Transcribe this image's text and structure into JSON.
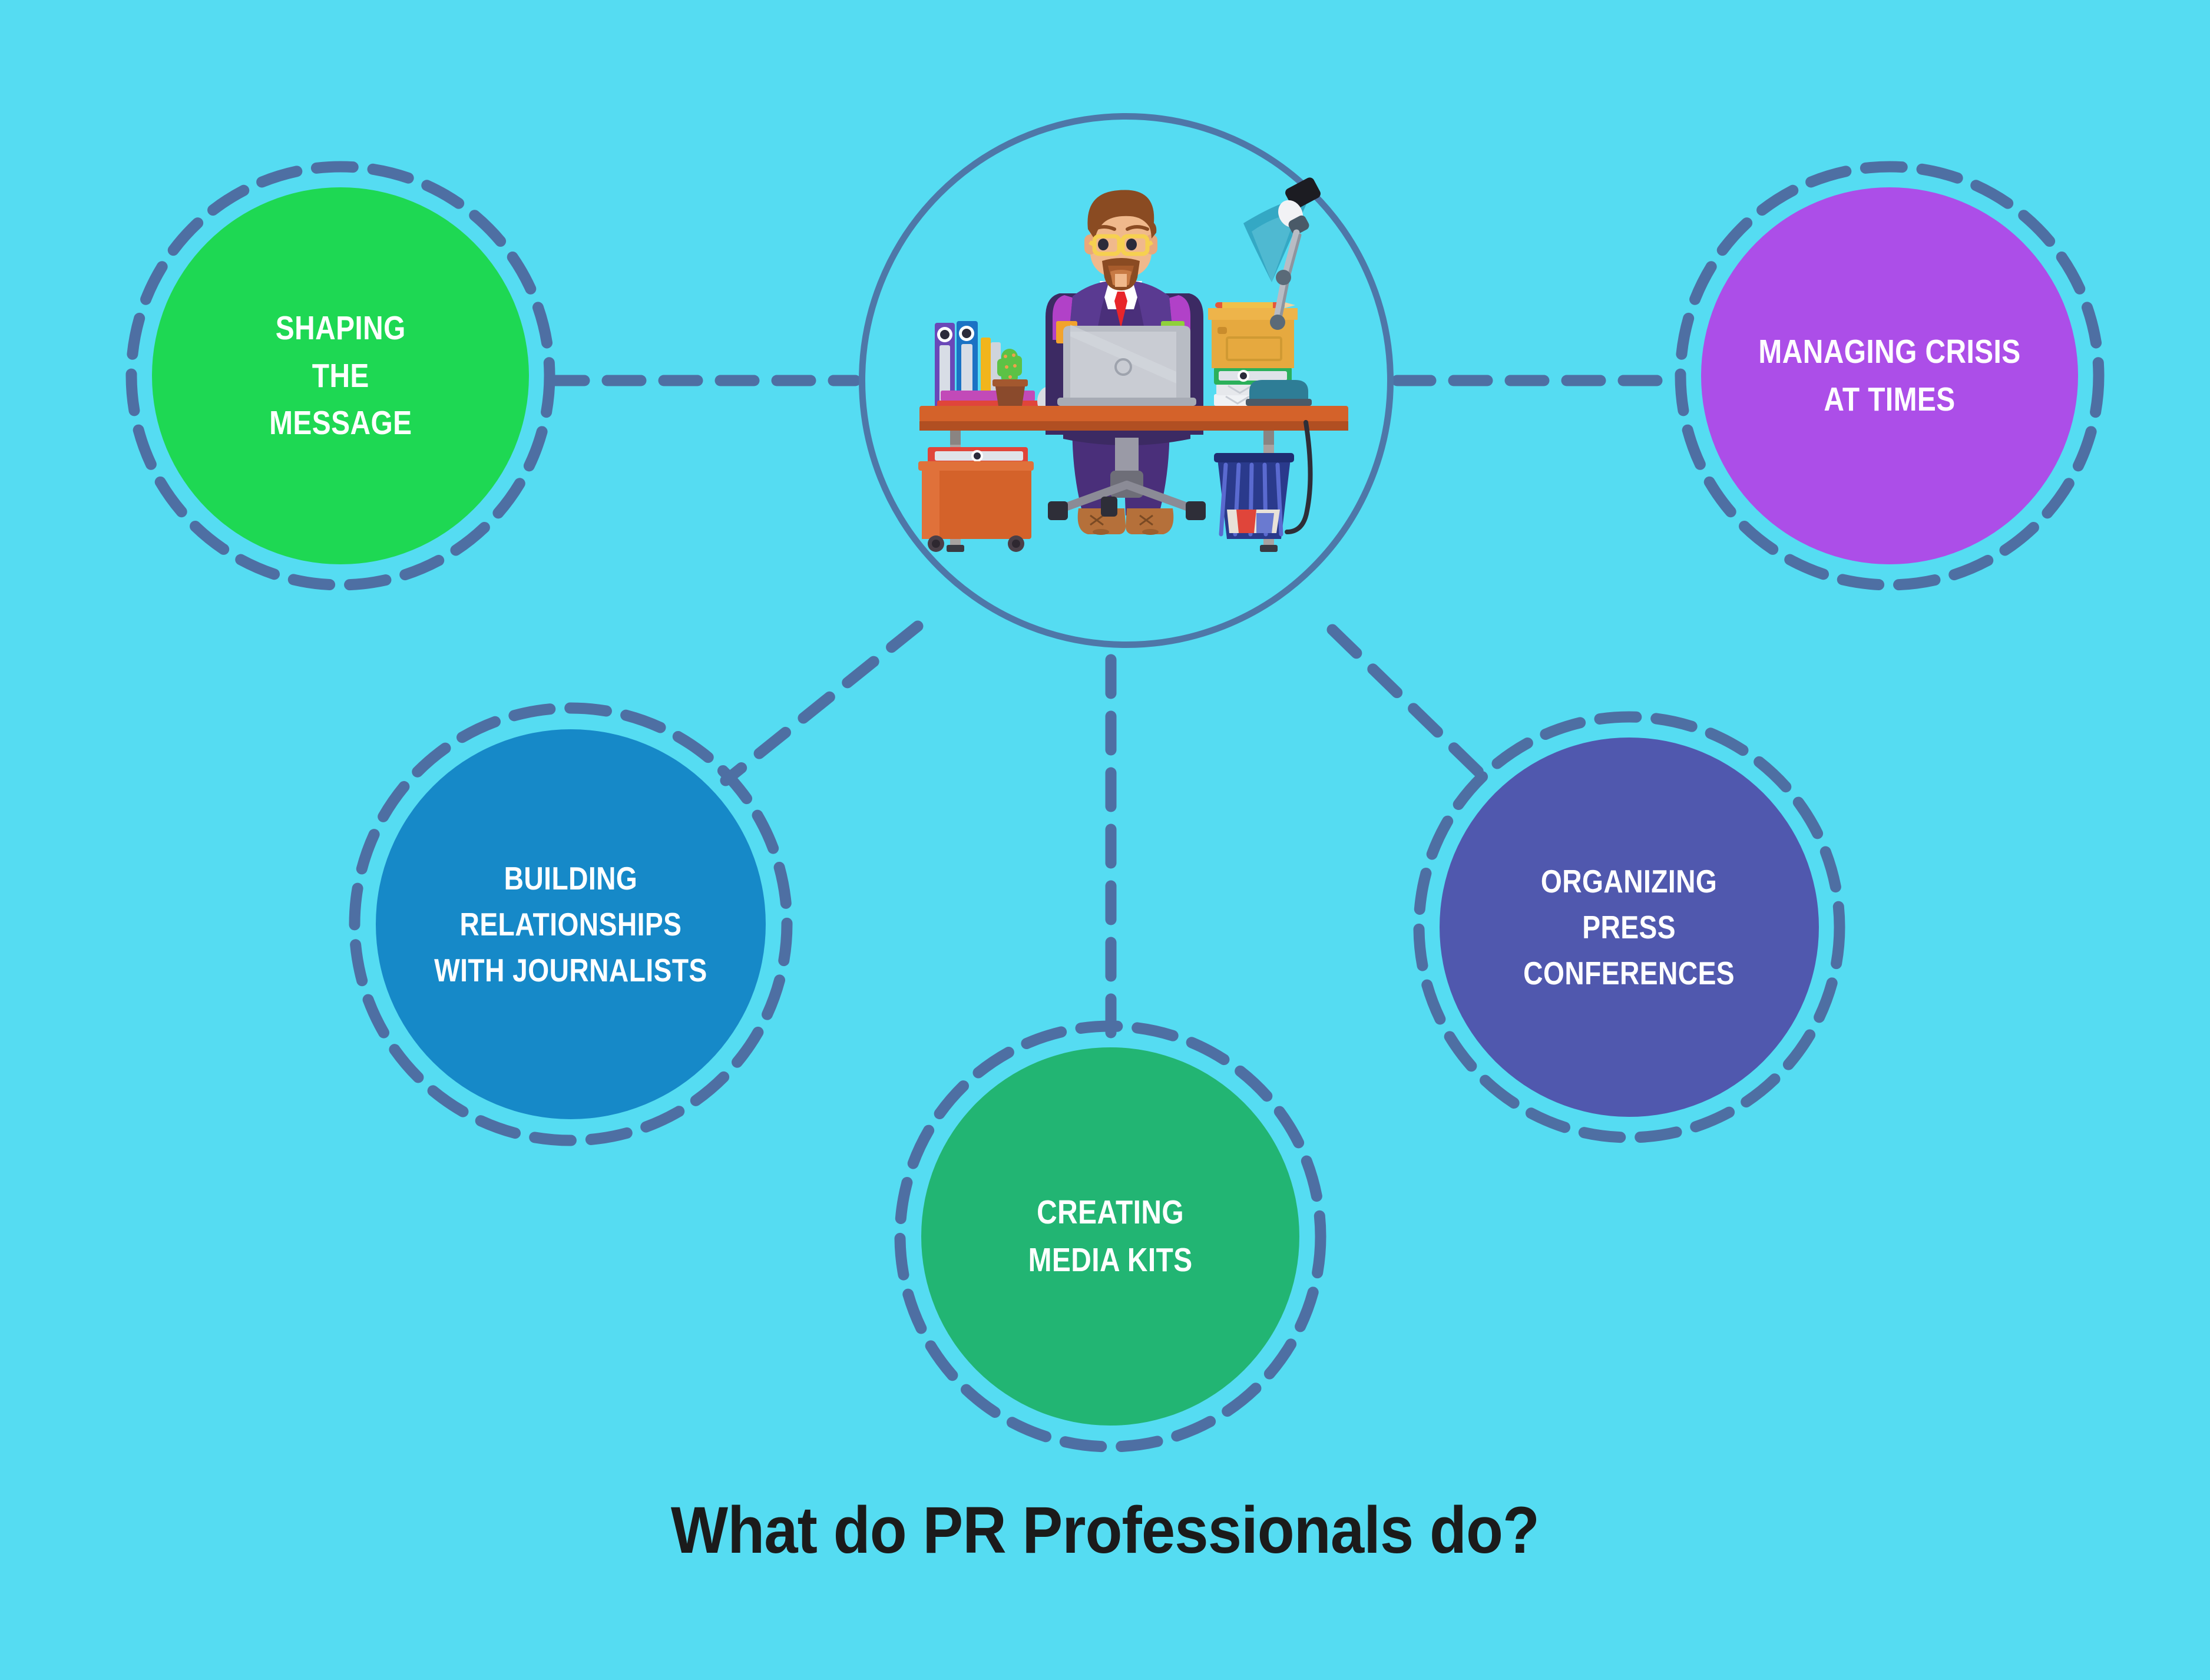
{
  "background_color": "#55dcf2",
  "accent_line_color": "#4e6fa3",
  "hub_ring_color": "#4e77a8",
  "title": "What do PR Professionals do?",
  "hub": {
    "illustration_name": "pr-professional-at-desk-illustration",
    "description": "Businessman with glasses and beard working at a desk on a laptop, with desk lamp, file boxes, binders, cactus plant, wastebasket and rolling cabinet"
  },
  "nodes": [
    {
      "id": "shaping",
      "label": "SHAPING\nTHE\nMESSAGE",
      "color": "#1ed853",
      "ring": "dashed",
      "position": "top-left"
    },
    {
      "id": "crisis",
      "label": "MANAGING CRISIS\nAT TIMES",
      "color": "#ac4ee8",
      "ring": "dashed",
      "position": "top-right"
    },
    {
      "id": "building",
      "label": "BUILDING\nRELATIONSHIPS\nWITH JOURNALISTS",
      "color": "#1689c8",
      "ring": "dashed",
      "position": "mid-left"
    },
    {
      "id": "press",
      "label": "ORGANIZING\nPRESS\nCONFERENCES",
      "color": "#5058ae",
      "ring": "dashed",
      "position": "mid-right"
    },
    {
      "id": "media",
      "label": "CREATING\nMEDIA KITS",
      "color": "#22b573",
      "ring": "dashed",
      "position": "bottom-center"
    }
  ],
  "connectors": [
    {
      "from": "hub",
      "to": "shaping",
      "style": "dashed"
    },
    {
      "from": "hub",
      "to": "crisis",
      "style": "dashed"
    },
    {
      "from": "hub",
      "to": "building",
      "style": "dashed"
    },
    {
      "from": "hub",
      "to": "press",
      "style": "dashed"
    },
    {
      "from": "hub",
      "to": "media",
      "style": "dashed"
    }
  ]
}
